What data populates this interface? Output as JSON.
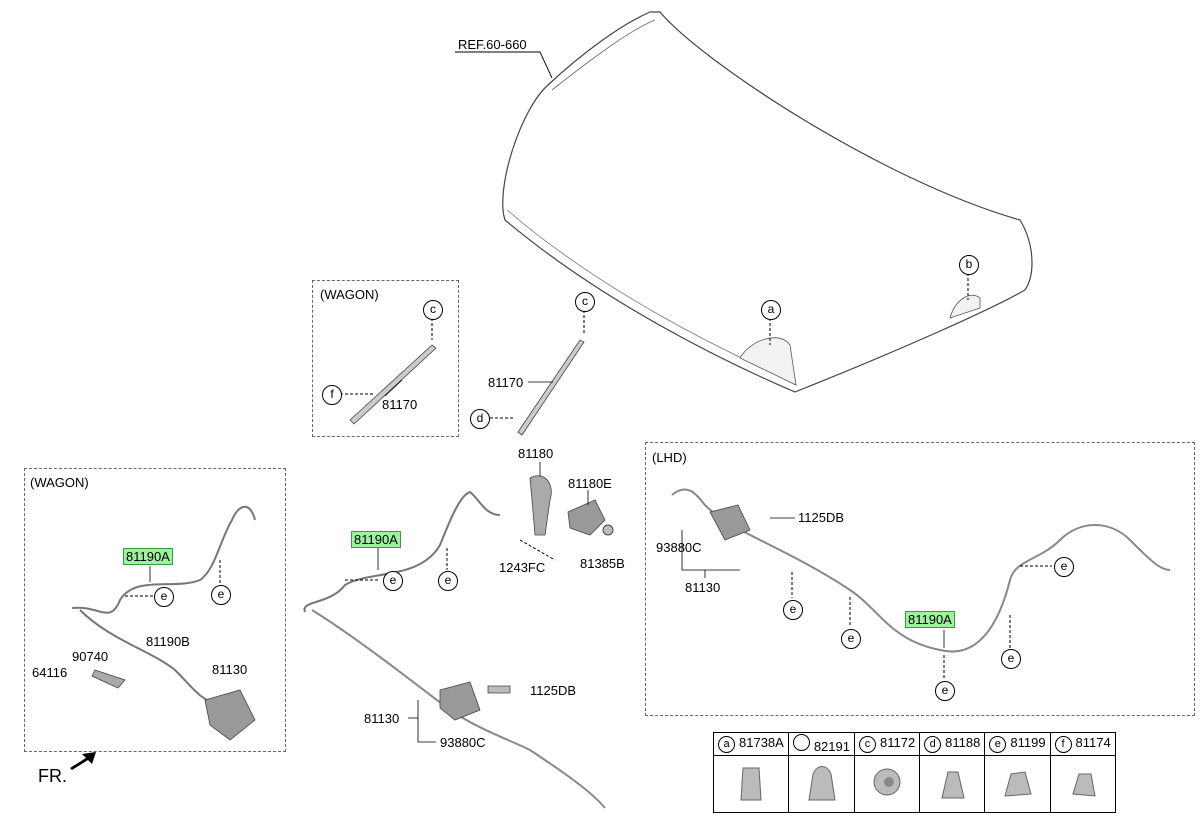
{
  "ref_label": "REF.60-660",
  "callouts": {
    "a": "a",
    "b": "b",
    "c": "c",
    "d": "d",
    "e": "e",
    "f": "f"
  },
  "wagon_hood_box": {
    "title": "(WAGON)",
    "part": "81170"
  },
  "center_rod": {
    "part": "81170"
  },
  "latch_parts": {
    "handle": "81180",
    "bracket": "81180E",
    "bolt": "1243FC",
    "bumper": "81385B"
  },
  "left_box": {
    "title": "(WAGON)",
    "cable": "81190A",
    "cable_b": "81190B",
    "bolt": "90740",
    "clip": "64116",
    "latch": "81130"
  },
  "center_cable": {
    "cable": "81190A",
    "latch": "81130",
    "bolt": "1125DB",
    "sub": "93880C"
  },
  "lhd_box": {
    "title": "(LHD)",
    "bolt": "1125DB",
    "sub": "93880C",
    "latch": "81130",
    "cable": "81190A"
  },
  "fr_label": "FR.",
  "legend": [
    {
      "letter": "a",
      "part": "81738A"
    },
    {
      "letter": "",
      "part": "82191"
    },
    {
      "letter": "c",
      "part": "81172"
    },
    {
      "letter": "d",
      "part": "81188"
    },
    {
      "letter": "e",
      "part": "81199"
    },
    {
      "letter": "f",
      "part": "81174"
    }
  ]
}
